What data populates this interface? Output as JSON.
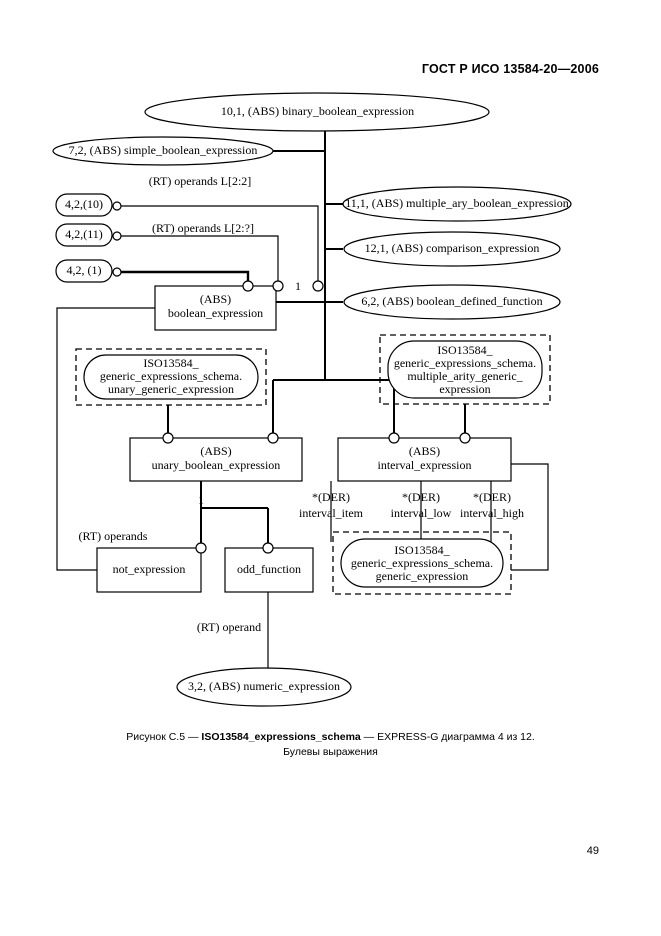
{
  "header": {
    "standard": "ГОСТ Р ИСО 13584-20—2006"
  },
  "page": {
    "number": "49"
  },
  "caption": {
    "prefix": "Рисунок С.5 — ",
    "schema": "ISO13584_expressions_schema",
    "suffix": " — EXPRESS-G диаграмма 4 из 12.",
    "line2": "Булевы выражения"
  },
  "diagram": {
    "type": "EXPRESS-G",
    "ovals": [
      {
        "id": "binary_boolean_expression",
        "text": "10,1, (ABS) binary_boolean_expression"
      },
      {
        "id": "simple_boolean_expression",
        "text": "7,2, (ABS) simple_boolean_expression"
      },
      {
        "id": "multiple_ary_boolean_expression",
        "text": "11,1, (ABS) multiple_ary_boolean_expression"
      },
      {
        "id": "comparison_expression",
        "text": "12,1, (ABS) comparison_expression"
      },
      {
        "id": "boolean_defined_function",
        "text": "6,2, (ABS) boolean_defined_function"
      },
      {
        "id": "numeric_expression",
        "text": "3,2, (ABS) numeric_expression"
      }
    ],
    "refs": [
      {
        "id": "ref_10",
        "text": "4,2,(10)"
      },
      {
        "id": "ref_11",
        "text": "4,2,(11)"
      },
      {
        "id": "ref_1",
        "text": "4,2, (1)"
      }
    ],
    "boxes": [
      {
        "id": "boolean_expression",
        "line1": "(ABS)",
        "line2": "boolean_expression"
      },
      {
        "id": "unary_boolean_expression",
        "line1": "(ABS)",
        "line2": "unary_boolean_expression"
      },
      {
        "id": "interval_expression",
        "line1": "(ABS)",
        "line2": "interval_expression"
      },
      {
        "id": "not_expression",
        "line1": "",
        "line2": "not_expression"
      },
      {
        "id": "odd_function",
        "line1": "",
        "line2": "odd_function"
      }
    ],
    "imported": [
      {
        "id": "unary_generic_expression",
        "line1": "ISO13584_",
        "line2": "generic_expressions_schema.",
        "line3": "unary_generic_expression",
        "line4": ""
      },
      {
        "id": "multiple_arity_generic_expression",
        "line1": "ISO13584_",
        "line2": "generic_expressions_schema.",
        "line3": "multiple_arity_generic_",
        "line4": "expression"
      },
      {
        "id": "generic_expression",
        "line1": "ISO13584_",
        "line2": "generic_expressions_schema.",
        "line3": "generic_expression",
        "line4": ""
      }
    ],
    "edge_labels": [
      {
        "id": "operands_l22",
        "text": "(RT) operands L[2:2]"
      },
      {
        "id": "operands_l2q",
        "text": "(RT) operands L[2:?]"
      },
      {
        "id": "operands",
        "text": "(RT) operands"
      },
      {
        "id": "operand",
        "text": "(RT) operand"
      },
      {
        "id": "card_one_right",
        "text": "1"
      },
      {
        "id": "card_one_left",
        "text": "1"
      }
    ],
    "derived_attributes": [
      {
        "id": "interval_item",
        "tag": "*(DER)",
        "name": "interval_item"
      },
      {
        "id": "interval_low",
        "tag": "*(DER)",
        "name": "interval_low"
      },
      {
        "id": "interval_high",
        "tag": "*(DER)",
        "name": "interval_high"
      }
    ]
  }
}
